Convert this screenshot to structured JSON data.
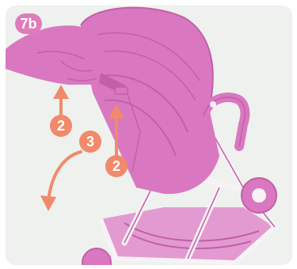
{
  "step_label": "7b",
  "callouts": [
    {
      "id": "callout-2-left",
      "label": "2"
    },
    {
      "id": "callout-2-right",
      "label": "2"
    },
    {
      "id": "callout-3",
      "label": "3"
    }
  ],
  "colors": {
    "background": "#eef1ee",
    "product_pink": "#d978c0",
    "product_pink_dark": "#c25fa8",
    "arrow_orange": "#f08a6a",
    "frame_white": "#f7f2f5"
  }
}
